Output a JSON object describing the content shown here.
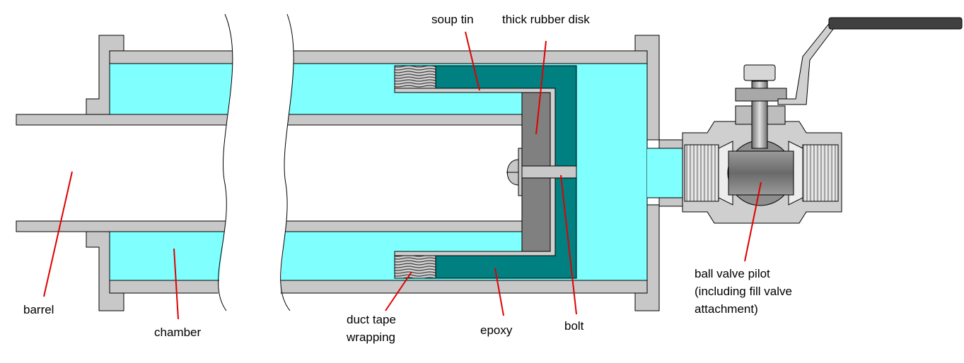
{
  "labels": {
    "soup_tin": "soup tin",
    "thick_rubber_disk": "thick rubber disk",
    "barrel": "barrel",
    "chamber": "chamber",
    "duct_tape_line1": "duct tape",
    "duct_tape_line2": "wrapping",
    "epoxy": "epoxy",
    "bolt": "bolt",
    "ball_valve_line1": "ball valve pilot",
    "ball_valve_line2": "(including fill valve",
    "ball_valve_line3": "attachment)"
  },
  "colors": {
    "water": "#80FFFF",
    "pipe_wall": "#C8C8C8",
    "epoxy": "#008080",
    "rubber": "#808080",
    "leader_line": "#E00000",
    "handle": "#404040"
  }
}
